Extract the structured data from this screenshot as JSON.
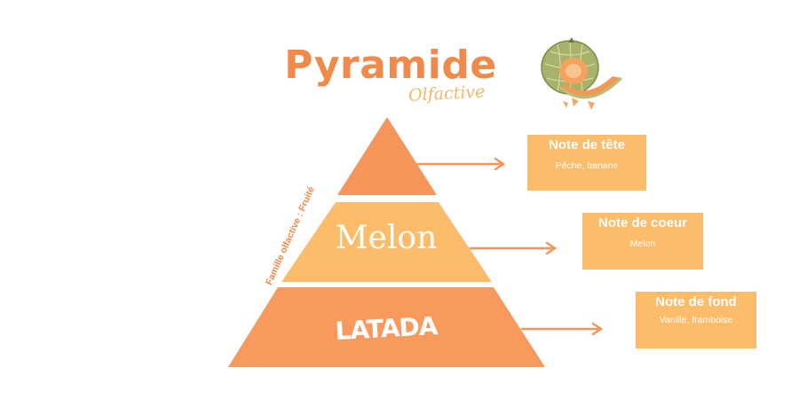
{
  "title": "Pyramide",
  "subtitle": "Olfactive",
  "family": "Famille olfactive : Fruité",
  "pyramid": {
    "middle_label": "Melon",
    "base_label": "LATADA"
  },
  "notes": {
    "top": {
      "title": "Note de tête",
      "body": "Pêche, banane"
    },
    "heart": {
      "title": "Note de coeur",
      "body": "Melon"
    },
    "base": {
      "title": "Note de fond",
      "body": "Vanille, framboise"
    }
  },
  "colors": {
    "accent": "#f08a4b",
    "tier_top": "#f6955a",
    "tier_middle": "#fcbc6a",
    "tier_base": "#f8995d",
    "box": "#fcbc6a",
    "arrow": "#f6955a"
  },
  "illustration": "melon-illustration"
}
